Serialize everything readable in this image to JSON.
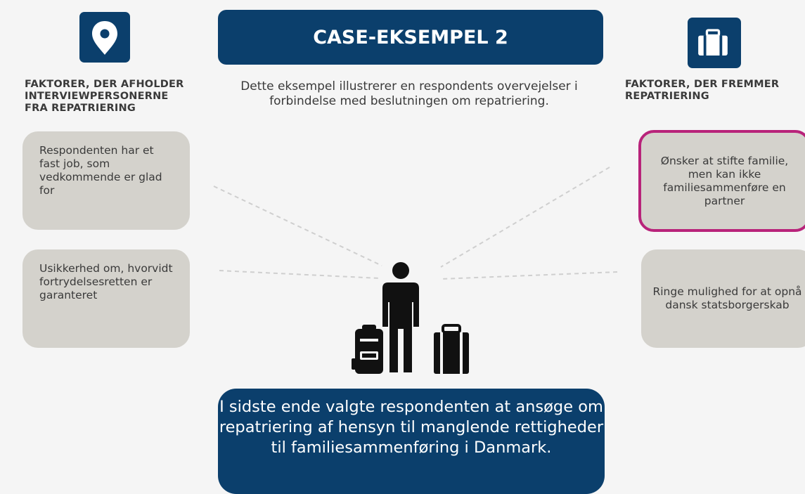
{
  "title": "CASE-EKSEMPEL 2",
  "intro": "Dette eksempel illustrerer en respondents overvejelser i forbindelse med beslutningen om repatriering.",
  "left": {
    "icon": "map-pin-icon",
    "heading_lines": [
      "FAKTORER, DER AFHOLDER",
      "INTERVIEWPERSONERNE",
      "FRA REPATRIERING"
    ],
    "factors": [
      "Respondenten har et fast job, som vedkommende er glad for",
      "Usikkerhed om, hvorvidt fortrydelsesretten er garanteret"
    ]
  },
  "right": {
    "icon": "briefcase-icon",
    "heading_lines": [
      "FAKTORER, DER FREMMER",
      "REPATRIERING"
    ],
    "factors": [
      "Ønsker at stifte familie, men kan ikke familiesammenføre en partner",
      "Ringe mulighed for at opnå dansk statsborgerskab"
    ]
  },
  "center_icon": "person-with-luggage-icon",
  "conclusion": "I sidste ende valgte respondenten at ansøge om repatriering af hensyn til manglende rettigheder til familiesammenføring i Danmark.",
  "colors": {
    "navy": "#0b3f6c",
    "box_grey": "#d4d2cc",
    "highlight": "#b8237a"
  }
}
